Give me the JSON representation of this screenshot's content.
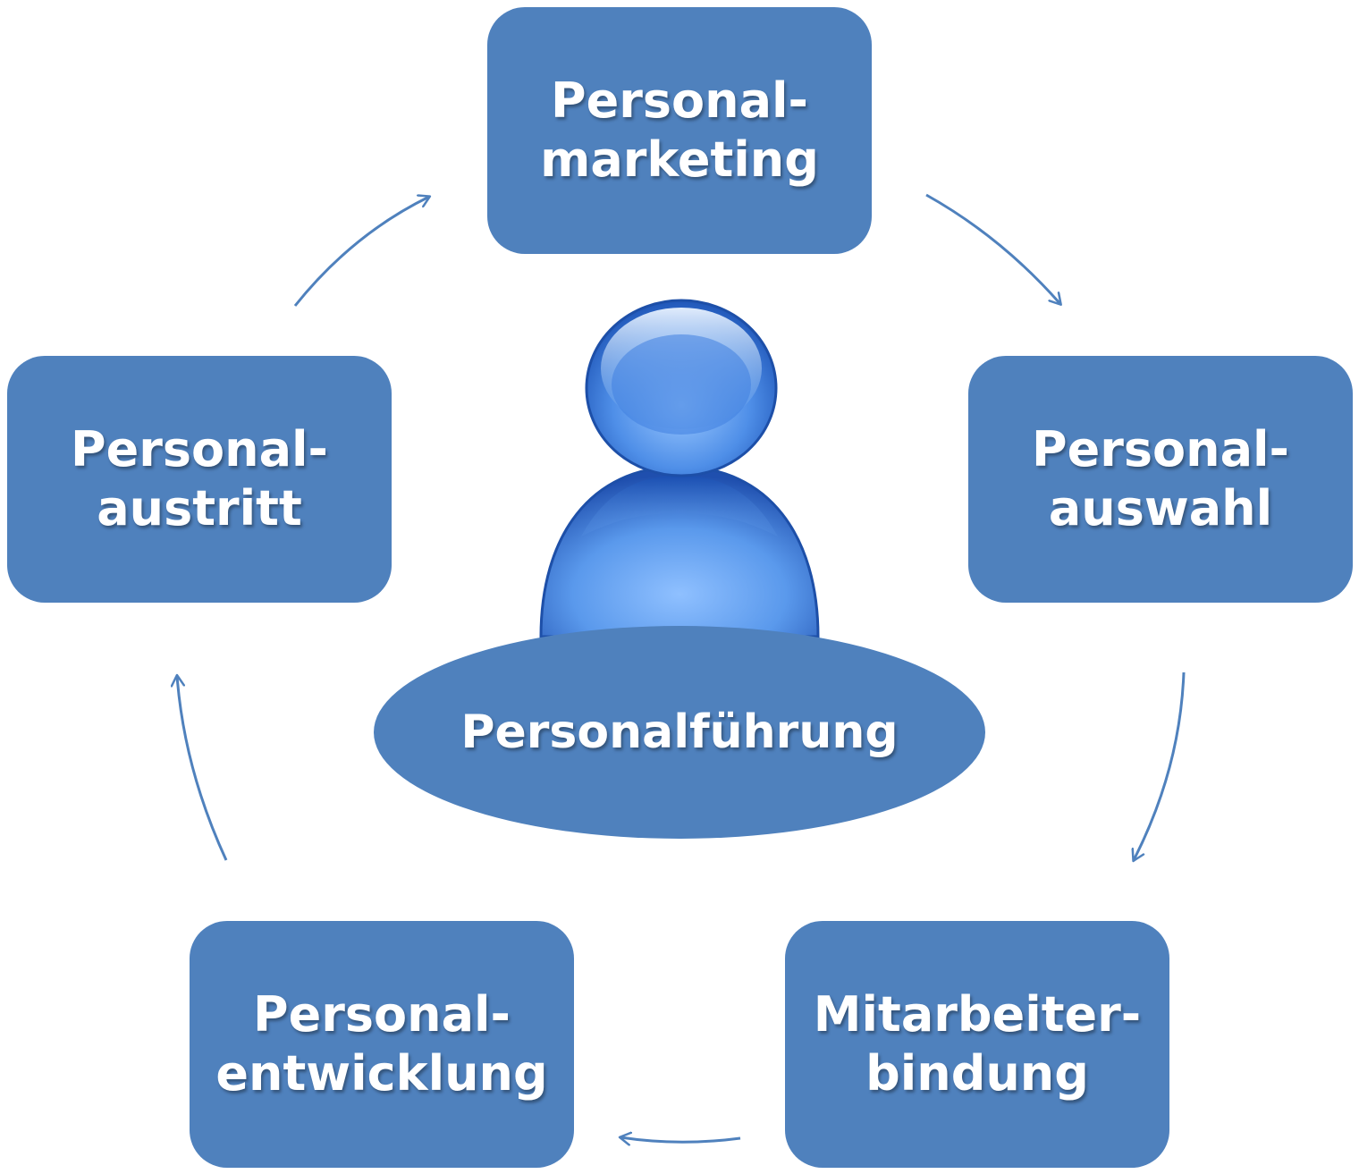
{
  "diagram": {
    "center": {
      "label": "Personalführung"
    },
    "steps": [
      {
        "id": "marketing",
        "label": "Personal-\nmarketing"
      },
      {
        "id": "auswahl",
        "label": "Personal-\nauswahl"
      },
      {
        "id": "bindung",
        "label": "Mitarbeiter-\nbindung"
      },
      {
        "id": "entwicklung",
        "label": "Personal-\nentwicklung"
      },
      {
        "id": "austritt",
        "label": "Personal-\naustritt"
      }
    ],
    "colors": {
      "box_fill": "#4f81bd",
      "arrow": "#4f81bd",
      "person_light": "#7fb3f2",
      "person_dark": "#2a5db8",
      "text": "#ffffff"
    }
  }
}
